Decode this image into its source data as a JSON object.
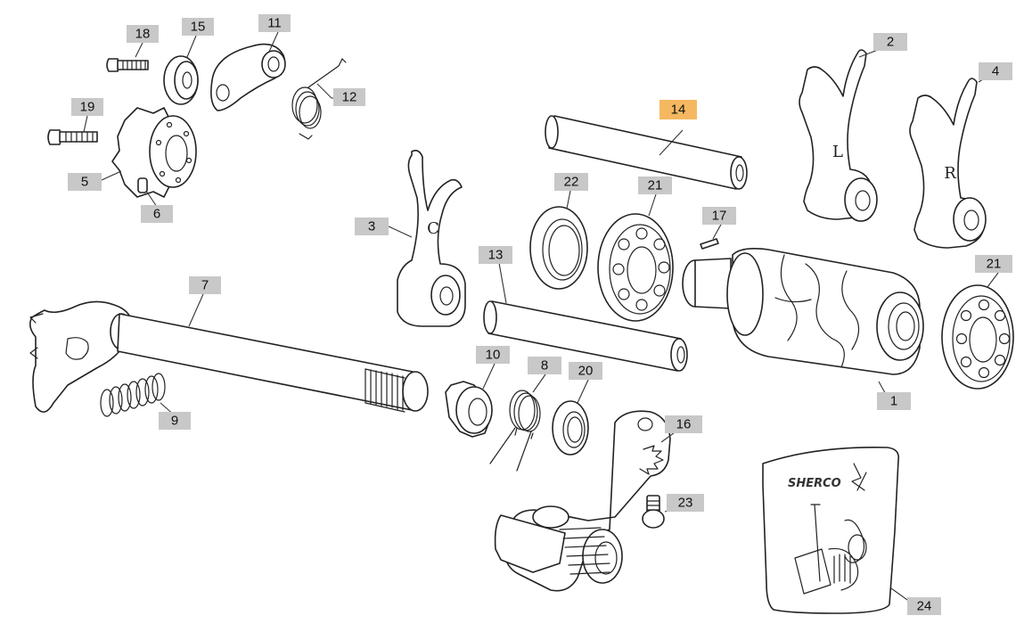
{
  "colors": {
    "callout_default": "#c8c8c8",
    "callout_highlight": "#f5b860",
    "line": "#222222",
    "background": "#ffffff"
  },
  "callouts": [
    {
      "id": "1",
      "label": "1",
      "highlighted": false
    },
    {
      "id": "2",
      "label": "2",
      "highlighted": false
    },
    {
      "id": "3",
      "label": "3",
      "highlighted": false
    },
    {
      "id": "4",
      "label": "4",
      "highlighted": false
    },
    {
      "id": "5",
      "label": "5",
      "highlighted": false
    },
    {
      "id": "6",
      "label": "6",
      "highlighted": false
    },
    {
      "id": "7",
      "label": "7",
      "highlighted": false
    },
    {
      "id": "8",
      "label": "8",
      "highlighted": false
    },
    {
      "id": "9",
      "label": "9",
      "highlighted": false
    },
    {
      "id": "10",
      "label": "10",
      "highlighted": false
    },
    {
      "id": "11",
      "label": "11",
      "highlighted": false
    },
    {
      "id": "12",
      "label": "12",
      "highlighted": false
    },
    {
      "id": "13",
      "label": "13",
      "highlighted": false
    },
    {
      "id": "14",
      "label": "14",
      "highlighted": true
    },
    {
      "id": "15",
      "label": "15",
      "highlighted": false
    },
    {
      "id": "16",
      "label": "16",
      "highlighted": false
    },
    {
      "id": "17",
      "label": "17",
      "highlighted": false
    },
    {
      "id": "18",
      "label": "18",
      "highlighted": false
    },
    {
      "id": "19",
      "label": "19",
      "highlighted": false
    },
    {
      "id": "20",
      "label": "20",
      "highlighted": false
    },
    {
      "id": "21a",
      "label": "21",
      "highlighted": false
    },
    {
      "id": "21b",
      "label": "21",
      "highlighted": false
    },
    {
      "id": "22",
      "label": "22",
      "highlighted": false
    },
    {
      "id": "23",
      "label": "23",
      "highlighted": false
    },
    {
      "id": "24",
      "label": "24",
      "highlighted": false
    }
  ],
  "fork_letters": {
    "fork_c": "C",
    "fork_l": "L",
    "fork_r": "R"
  },
  "bag_logo": "SHERCO"
}
